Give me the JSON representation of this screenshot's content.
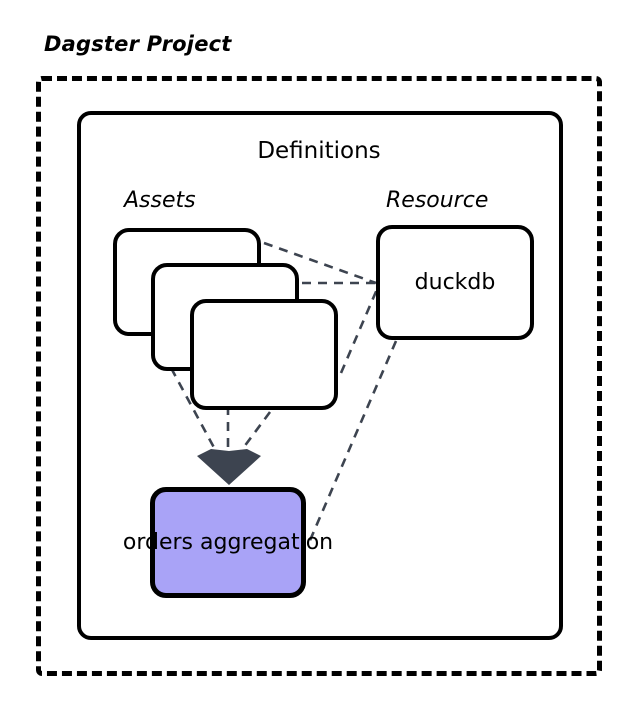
{
  "diagram": {
    "project_title": "Dagster Project",
    "definitions_title": "Definitions",
    "group_labels": {
      "assets": "Assets",
      "resource": "Resource"
    },
    "nodes": {
      "asset_1": "",
      "asset_2": "",
      "asset_3": "",
      "duckdb": "duckdb",
      "orders": "orders aggregation"
    },
    "colors": {
      "orders_fill": "#a9a3f7",
      "stroke": "#000000",
      "edge": "#3d4450",
      "arrowhead": "#3d4450",
      "background": "#ffffff"
    }
  }
}
